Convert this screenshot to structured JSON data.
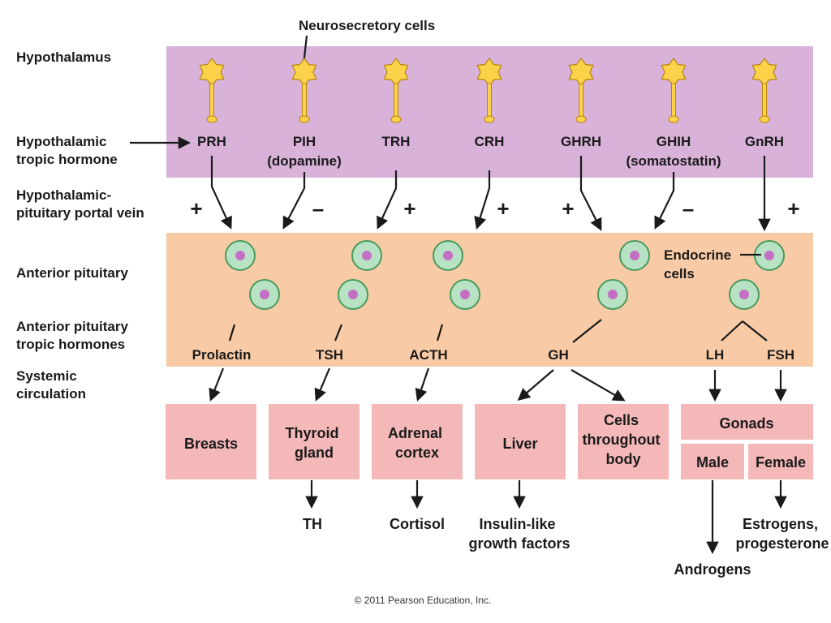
{
  "regions": {
    "hypothalamus": "Hypothalamus",
    "hypothalamic_tropic_hormone": [
      "Hypothalamic",
      "tropic hormone"
    ],
    "portal_vein": [
      "Hypothalamic-",
      "pituitary portal vein"
    ],
    "anterior_pituitary": "Anterior pituitary",
    "anterior_pituitary_tropic_hormones": [
      "Anterior pituitary",
      "tropic hormones"
    ],
    "systemic_circulation": [
      "Systemic",
      "circulation"
    ]
  },
  "neurosecretory_label": "Neurosecretory cells",
  "hypothalamic_hormones": [
    {
      "name": "PRH",
      "sub": ""
    },
    {
      "name": "PIH",
      "sub": "(dopamine)"
    },
    {
      "name": "TRH",
      "sub": ""
    },
    {
      "name": "CRH",
      "sub": ""
    },
    {
      "name": "GHRH",
      "sub": ""
    },
    {
      "name": "GHIH",
      "sub": "(somatostatin)"
    },
    {
      "name": "GnRH",
      "sub": ""
    }
  ],
  "signs": [
    "+",
    "–",
    "+",
    "+",
    "+",
    "–",
    "+"
  ],
  "endocrine_label": [
    "Endocrine",
    "cells"
  ],
  "pituitary_hormones": [
    "Prolactin",
    "TSH",
    "ACTH",
    "GH",
    "LH",
    "FSH"
  ],
  "targets": {
    "breasts": [
      "Breasts"
    ],
    "thyroid": [
      "Thyroid",
      "gland"
    ],
    "adrenal": [
      "Adrenal",
      "cortex"
    ],
    "liver": [
      "Liver"
    ],
    "cells_body": [
      "Cells",
      "throughout",
      "body"
    ],
    "gonads": [
      "Gonads"
    ],
    "male": [
      "Male"
    ],
    "female": [
      "Female"
    ]
  },
  "products": {
    "th": [
      "TH"
    ],
    "cortisol": [
      "Cortisol"
    ],
    "igf": [
      "Insulin-like",
      "growth factors"
    ],
    "estrogens": [
      "Estrogens,",
      "progesterone"
    ],
    "androgens": [
      "Androgens"
    ]
  },
  "credit": "© 2011 Pearson Education, Inc.",
  "colors": {
    "hypothalamus": "#d9b2d9",
    "pituitary": "#f8cba6",
    "target": "#f5b8b8",
    "cell_fill": "#b7e3c4",
    "cell_nucleus": "#c46fc4",
    "neuron": "#fbd24a"
  }
}
